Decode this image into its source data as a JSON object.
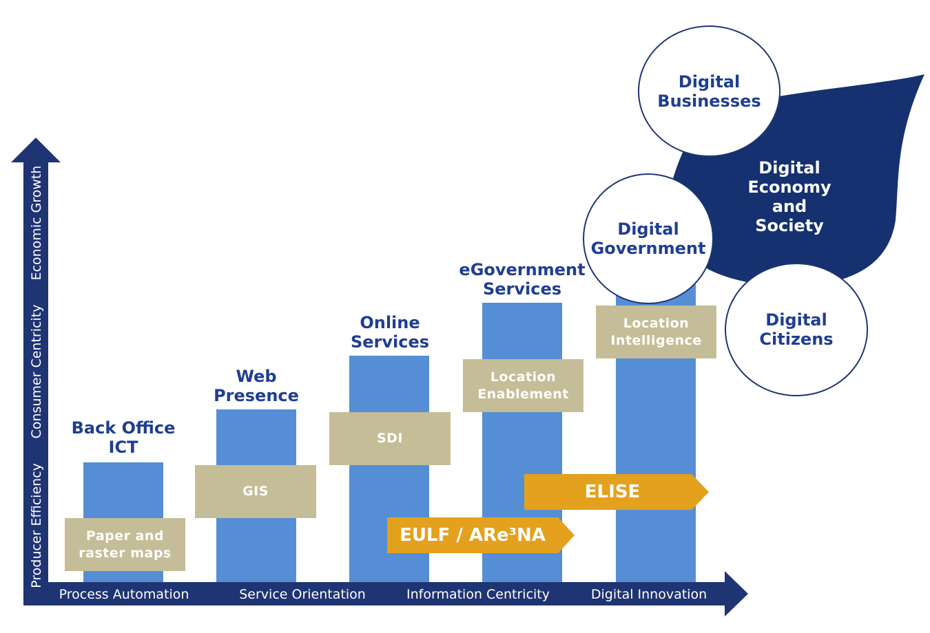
{
  "colors": {
    "axis": "#1f3473",
    "bar": "#558ed5",
    "box": "#c4bd97",
    "initiative": "#e3a11e",
    "title": "#1f3e91",
    "leaf": "#15316f"
  },
  "y_axis": {
    "labels": [
      "Producer Efficiency",
      "Consumer Centricity",
      "Economic Growth"
    ]
  },
  "x_axis": {
    "labels": [
      "Process Automation",
      "Service Orientation",
      "Information Centricity",
      "Digital Innovation"
    ]
  },
  "stages": [
    {
      "title": "Back Office\nICT",
      "box": "Paper and\nraster maps"
    },
    {
      "title": "Web\nPresence",
      "box": "GIS"
    },
    {
      "title": "Online\nServices",
      "box": "SDI"
    },
    {
      "title": "eGovernment\nServices",
      "box": "Location\nEnablement"
    },
    {
      "title": "",
      "box": "Location\nIntelligence"
    }
  ],
  "initiatives": {
    "eulf": "EULF / ARe³NA",
    "elise": "ELISE"
  },
  "leaf": {
    "label": "Digital\nEconomy\nand\nSociety"
  },
  "circles": {
    "businesses": "Digital\nBusinesses",
    "government": "Digital\nGovernment",
    "citizens": "Digital\nCitizens"
  }
}
